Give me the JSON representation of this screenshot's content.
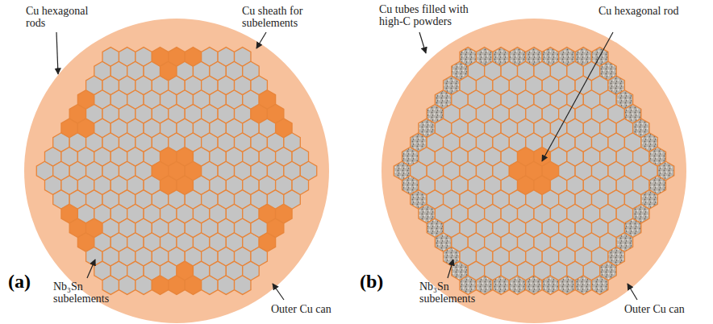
{
  "diagram": {
    "labels": [
      "Cu hexagonal rods",
      "Cu sheath for subelements",
      "Nb₃Sn subelements",
      "Outer Cu can",
      "(a)",
      "Cu tubes filled with high-C powders",
      "Cu hexagonal rod",
      "Nb₃Sn subelements",
      "Outer Cu can",
      "(b)"
    ]
  }
}
